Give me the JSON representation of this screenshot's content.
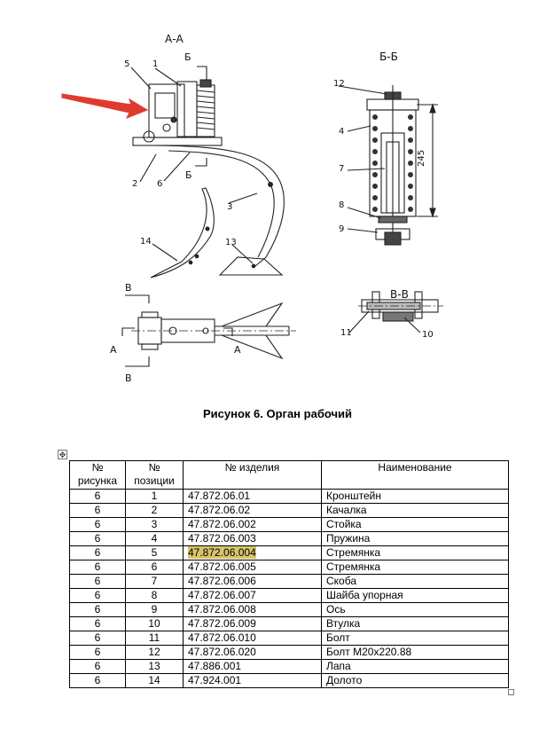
{
  "drawing": {
    "view_labels": {
      "section_aa": "А-А",
      "section_bb": "Б-Б",
      "section_vv": "В-В"
    },
    "cut_letters": {
      "b_top": "Б",
      "b_bottom": "Б",
      "v_top": "В",
      "v_bottom": "В",
      "a_left": "А",
      "a_right": "А"
    },
    "callouts": {
      "n1": "1",
      "n2": "2",
      "n3": "3",
      "n4": "4",
      "n5": "5",
      "n6": "6",
      "n7": "7",
      "n8": "8",
      "n9": "9",
      "n10": "10",
      "n11": "11",
      "n12": "12",
      "n13": "13",
      "n14": "14"
    },
    "dimension": "245",
    "arrow_color": "#e03a2f"
  },
  "caption": "Рисунок 6. Орган рабочий",
  "table": {
    "headers": {
      "fig_line1": "№",
      "fig_line2": "рисунка",
      "pos_line1": "№",
      "pos_line2": "позиции",
      "part": "№ изделия",
      "name": "Наименование"
    },
    "highlight_color": "#d8c46b",
    "rows": [
      {
        "fig": "6",
        "pos": "1",
        "part": "47.872.06.01",
        "name": "Кронштейн"
      },
      {
        "fig": "6",
        "pos": "2",
        "part": "47.872.06.02",
        "name": "Качалка"
      },
      {
        "fig": "6",
        "pos": "3",
        "part": "47.872.06.002",
        "name": "Стойка"
      },
      {
        "fig": "6",
        "pos": "4",
        "part": "47.872.06.003",
        "name": "Пружина"
      },
      {
        "fig": "6",
        "pos": "5",
        "part": "47.872.06.004",
        "name": "Стремянка",
        "highlighted": true
      },
      {
        "fig": "6",
        "pos": "6",
        "part": "47.872.06.005",
        "name": "Стремянка"
      },
      {
        "fig": "6",
        "pos": "7",
        "part": "47.872.06.006",
        "name": "Скоба"
      },
      {
        "fig": "6",
        "pos": "8",
        "part": "47.872.06.007",
        "name": "Шайба упорная"
      },
      {
        "fig": "6",
        "pos": "9",
        "part": "47.872.06.008",
        "name": "Ось"
      },
      {
        "fig": "6",
        "pos": "10",
        "part": "47.872.06.009",
        "name": "Втулка"
      },
      {
        "fig": "6",
        "pos": "11",
        "part": "47.872.06.010",
        "name": "Болт"
      },
      {
        "fig": "6",
        "pos": "12",
        "part": "47.872.06.020",
        "name": "Болт М20х220.88"
      },
      {
        "fig": "6",
        "pos": "13",
        "part": "47.886.001",
        "name": "Лапа"
      },
      {
        "fig": "6",
        "pos": "14",
        "part": "47.924.001",
        "name": "Долото"
      }
    ]
  }
}
